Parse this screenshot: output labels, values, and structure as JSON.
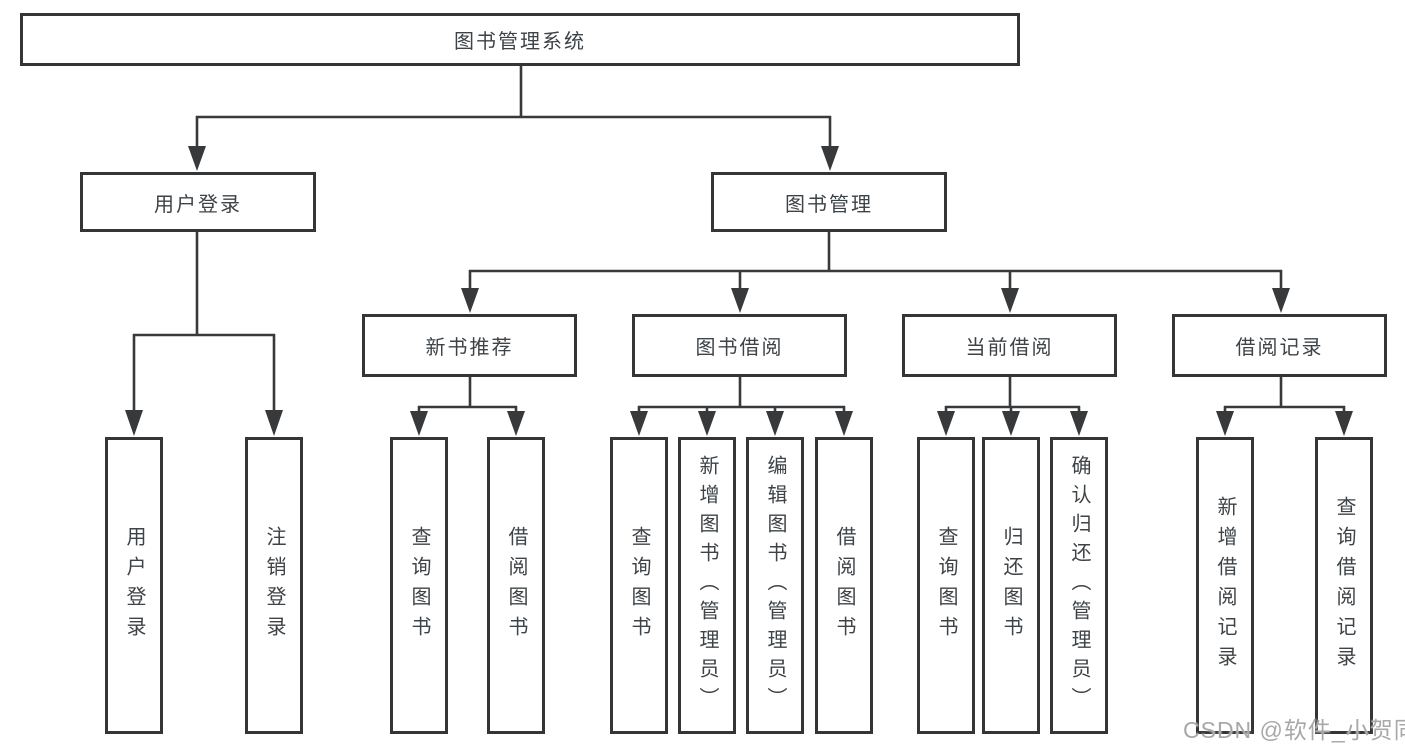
{
  "title": "图书管理系统",
  "watermark": "CSDN @软件_小贺同学",
  "colors": {
    "box_border": "#333537",
    "connector_line": "#37393b",
    "text": "#3e4347",
    "watermark": "#a8a8a8",
    "background": "#ffffff"
  },
  "nodes": {
    "root": "图书管理系统",
    "user_login": "用户登录",
    "book_mgmt": "图书管理",
    "leaf_user_login": "用户登录",
    "leaf_logout": "注销登录",
    "new_book_rec": "新书推荐",
    "book_borrow": "图书借阅",
    "current_borrow": "当前借阅",
    "borrow_record": "借阅记录",
    "nb_query_book": "查询图书",
    "nb_borrow_book": "借阅图书",
    "bb_query_book": "查询图书",
    "bb_add_book": "新增图书（管理员）",
    "bb_edit_book": "编辑图书（管理员）",
    "bb_borrow_book": "借阅图书",
    "cb_query_book": "查询图书",
    "cb_return_book": "归还图书",
    "cb_confirm_return": "确认归还（管理员）",
    "br_add_record": "新增借阅记录",
    "br_query_record": "查询借阅记录"
  }
}
